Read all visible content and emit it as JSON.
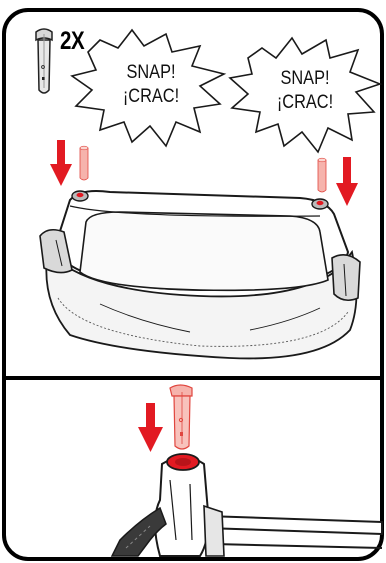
{
  "step": {
    "quantity_label": "2X",
    "bursts": [
      {
        "line1": "SNAP!",
        "line2": "¡CRAC!"
      },
      {
        "line1": "SNAP!",
        "line2": "¡CRAC!"
      }
    ]
  },
  "colors": {
    "arrow_red": "#e21a22",
    "pin_pink": "#f4a7a0",
    "outline": "#1a1a1a",
    "grey_shade": "#dcdcdc"
  }
}
